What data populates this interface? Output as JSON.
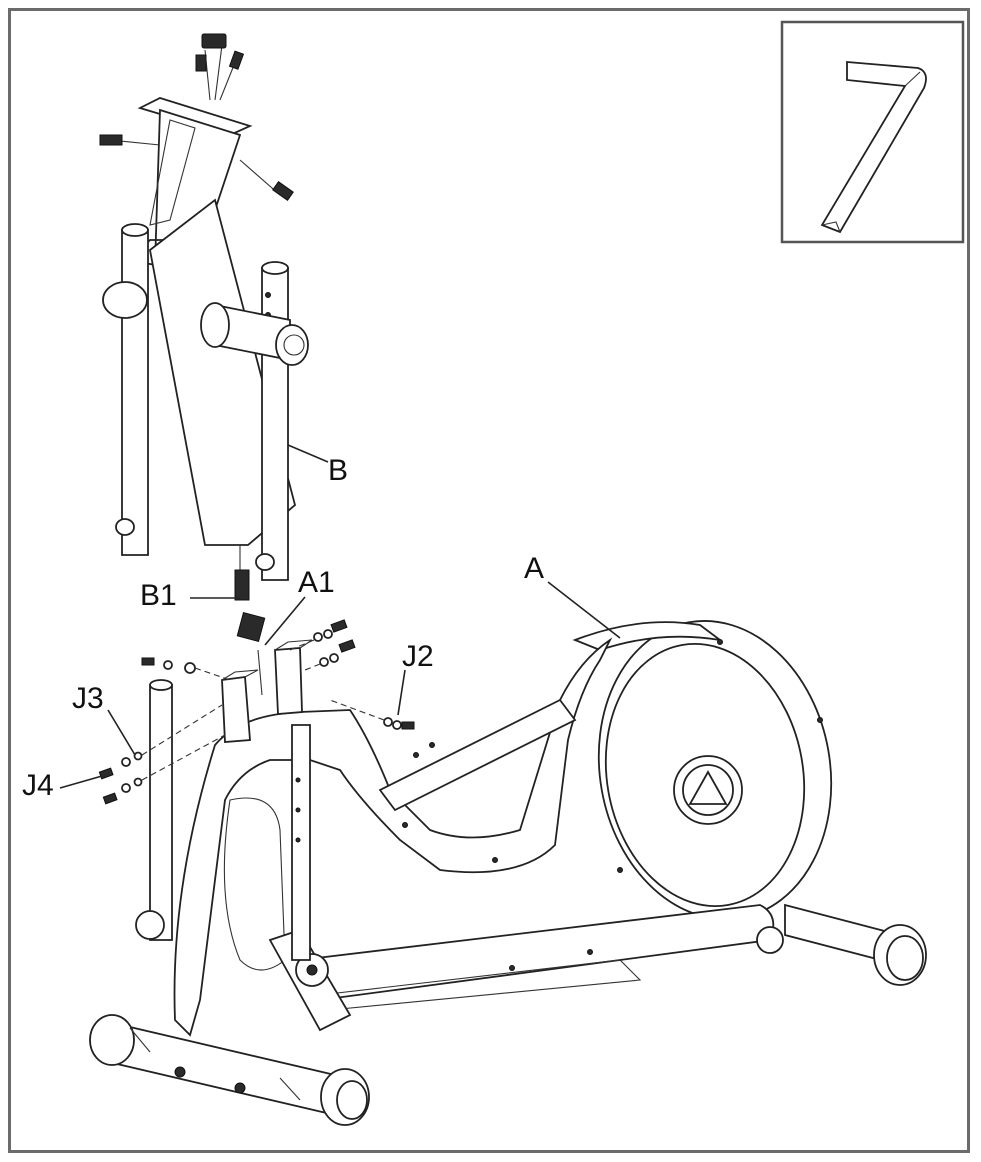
{
  "labels": {
    "a": "A",
    "a1": "A1",
    "b": "B",
    "b1": "B1",
    "j2": "J2",
    "j3": "J3",
    "j4": "J4"
  },
  "tool_icon": "allen-key-icon",
  "colors": {
    "line": "#222222",
    "frame": "#6b6b6b",
    "background": "#ffffff"
  }
}
